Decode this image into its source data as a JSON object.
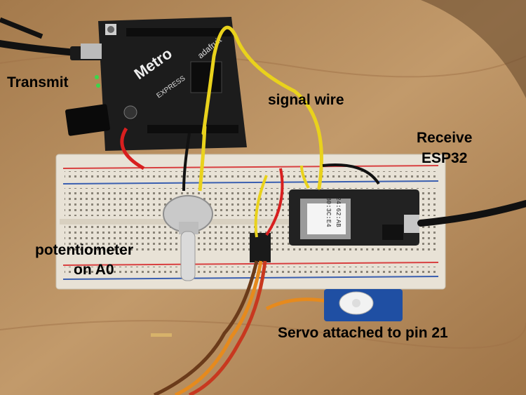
{
  "labels": {
    "transmit": "Transmit",
    "signal_wire": "signal wire",
    "receive_line1": "Receive",
    "receive_line2": "ESP32",
    "potentiometer_line1": "potentiometer",
    "potentiometer_line2": "on A0",
    "servo": "Servo attached to pin 21"
  },
  "board_logo": {
    "brand": "adafruit",
    "model": "Metro",
    "variant": "EXPRESS"
  },
  "chip_labels": {
    "line1": "B0:3C:E4",
    "line2": "24:62:AB"
  },
  "colors": {
    "wood": "#b58a5a",
    "breadboard": "#e8e2d6",
    "metro_board": "#1c1c1c",
    "feather_board": "#222222",
    "servo_body": "#1f4fa3",
    "wire_yellow": "#e9d21c",
    "wire_red": "#d81f1f",
    "wire_black": "#111111",
    "rail_red": "#d84040",
    "rail_blue": "#3a5fb0"
  }
}
